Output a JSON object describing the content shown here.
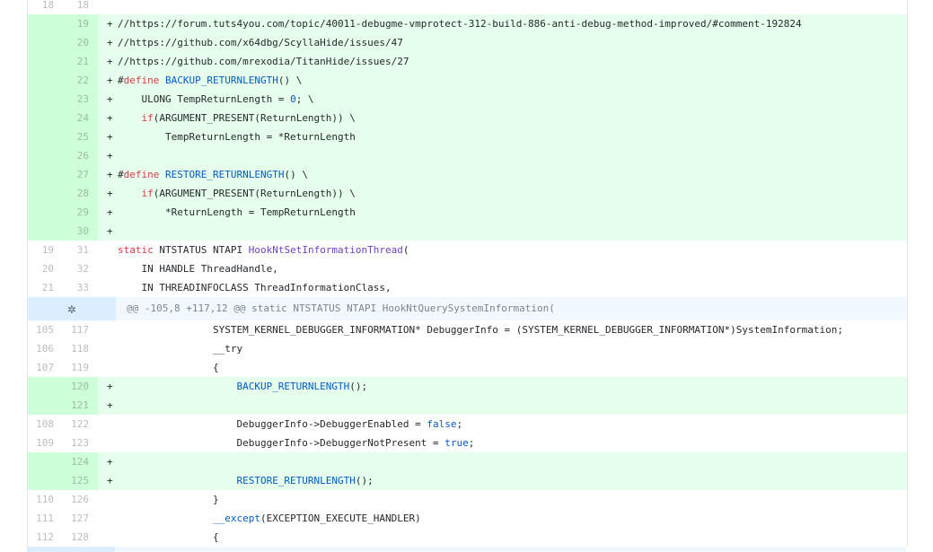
{
  "hunk": {
    "header": "@@ -105,8 +117,12 @@ static NTSTATUS NTAPI HookNtQuerySystemInformation(",
    "expand_icon": "unfold-icon"
  },
  "lines": [
    {
      "type": "ctx",
      "old": "18",
      "new": "18",
      "sign": " ",
      "html": ""
    },
    {
      "type": "add",
      "old": "",
      "new": "19",
      "sign": "+",
      "html": "//https://forum.tuts4you.com/topic/40011-debugme-vmprotect-312-build-886-anti-debug-method-improved/#comment-192824"
    },
    {
      "type": "add",
      "old": "",
      "new": "20",
      "sign": "+",
      "html": "//https://github.com/x64dbg/ScyllaHide/issues/47"
    },
    {
      "type": "add",
      "old": "",
      "new": "21",
      "sign": "+",
      "html": "//https://github.com/mrexodia/TitanHide/issues/27"
    },
    {
      "type": "add",
      "old": "",
      "new": "22",
      "sign": "+",
      "html": "#<span class=\"kw\">define</span> <span class=\"mc\">BACKUP_RETURNLENGTH</span>() \\"
    },
    {
      "type": "add",
      "old": "",
      "new": "23",
      "sign": "+",
      "html": "    ULONG TempReturnLength = <span class=\"mc\">0</span>; \\"
    },
    {
      "type": "add",
      "old": "",
      "new": "24",
      "sign": "+",
      "html": "    <span class=\"kw\">if</span>(ARGUMENT_PRESENT(ReturnLength)) \\"
    },
    {
      "type": "add",
      "old": "",
      "new": "25",
      "sign": "+",
      "html": "        TempReturnLength = *ReturnLength"
    },
    {
      "type": "add",
      "old": "",
      "new": "26",
      "sign": "+",
      "html": ""
    },
    {
      "type": "add",
      "old": "",
      "new": "27",
      "sign": "+",
      "html": "#<span class=\"kw\">define</span> <span class=\"mc\">RESTORE_RETURNLENGTH</span>() \\"
    },
    {
      "type": "add",
      "old": "",
      "new": "28",
      "sign": "+",
      "html": "    <span class=\"kw\">if</span>(ARGUMENT_PRESENT(ReturnLength)) \\"
    },
    {
      "type": "add",
      "old": "",
      "new": "29",
      "sign": "+",
      "html": "        *ReturnLength = TempReturnLength"
    },
    {
      "type": "add",
      "old": "",
      "new": "30",
      "sign": "+",
      "html": ""
    },
    {
      "type": "ctx",
      "old": "19",
      "new": "31",
      "sign": " ",
      "html": "<span class=\"kw\">static</span> NTSTATUS NTAPI <span class=\"fn\">HookNtSetInformationThread</span>("
    },
    {
      "type": "ctx",
      "old": "20",
      "new": "32",
      "sign": " ",
      "html": "    IN HANDLE ThreadHandle,"
    },
    {
      "type": "ctx",
      "old": "21",
      "new": "33",
      "sign": " ",
      "html": "    IN THREADINFOCLASS ThreadInformationClass,"
    },
    {
      "type": "hunk"
    },
    {
      "type": "ctx",
      "old": "105",
      "new": "117",
      "sign": " ",
      "html": "                SYSTEM_KERNEL_DEBUGGER_INFORMATION* DebuggerInfo = (SYSTEM_KERNEL_DEBUGGER_INFORMATION*)SystemInformation;"
    },
    {
      "type": "ctx",
      "old": "106",
      "new": "118",
      "sign": " ",
      "html": "                __try"
    },
    {
      "type": "ctx",
      "old": "107",
      "new": "119",
      "sign": " ",
      "html": "                {"
    },
    {
      "type": "add",
      "old": "",
      "new": "120",
      "sign": "+",
      "html": "                    <span class=\"mc\">BACKUP_RETURNLENGTH</span>();"
    },
    {
      "type": "add",
      "old": "",
      "new": "121",
      "sign": "+",
      "html": ""
    },
    {
      "type": "ctx",
      "old": "108",
      "new": "122",
      "sign": " ",
      "html": "                    DebuggerInfo->DebuggerEnabled = <span class=\"mc\">false</span>;"
    },
    {
      "type": "ctx",
      "old": "109",
      "new": "123",
      "sign": " ",
      "html": "                    DebuggerInfo->DebuggerNotPresent = <span class=\"mc\">true</span>;"
    },
    {
      "type": "add",
      "old": "",
      "new": "124",
      "sign": "+",
      "html": ""
    },
    {
      "type": "add",
      "old": "",
      "new": "125",
      "sign": "+",
      "html": "                    <span class=\"mc\">RESTORE_RETURNLENGTH</span>();"
    },
    {
      "type": "ctx",
      "old": "110",
      "new": "126",
      "sign": " ",
      "html": "                }"
    },
    {
      "type": "ctx",
      "old": "111",
      "new": "127",
      "sign": " ",
      "html": "                <span class=\"mc\">__except</span>(EXCEPTION_EXECUTE_HANDLER)"
    },
    {
      "type": "ctx",
      "old": "112",
      "new": "128",
      "sign": " ",
      "html": "                {"
    }
  ]
}
